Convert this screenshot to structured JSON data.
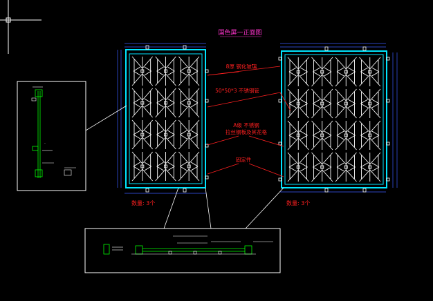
{
  "title": "国色屏一正面图",
  "labels": {
    "glass": "8厚 钢化玻璃",
    "tube": "50*50*3 不锈钢管",
    "steel_plate_1": "A级 不锈钢",
    "steel_plate_2": "拉丝钢板及其花格",
    "hinge": "固定件",
    "qty_left": "数量: 3个",
    "qty_right": "数量: 3个"
  },
  "colors": {
    "background": "#000000",
    "frame": "#00e5ff",
    "detail": "#ffffff",
    "leader": "#ff2020",
    "dimension": "#3a5cff",
    "accent": "#00ff00",
    "magenta": "#ff33cc"
  }
}
